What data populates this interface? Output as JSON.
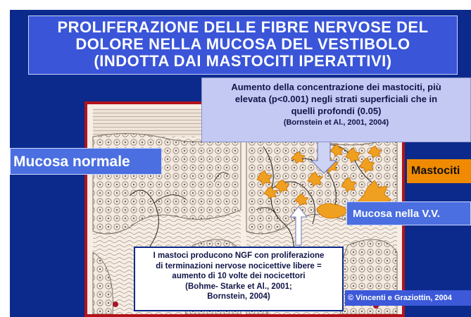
{
  "title": {
    "line1": "PROLIFERAZIONE DELLE FIBRE NERVOSE DEL",
    "line2": "DOLORE NELLA MUCOSA DEL VESTIBOLO",
    "line3": "(INDOTTA DAI MASTOCITI IPERATTIVI)"
  },
  "callout_top": {
    "line1": "Aumento della concentrazione dei mastociti, più",
    "line2": "elevata (p<0.001) negli strati superficiali che in",
    "line3": "quelli profondi (0.05)",
    "citation": "(Bornstein et Al., 2001, 2004)"
  },
  "labels": {
    "mucosa_normale": "Mucosa normale",
    "mastociti": "Mastociti",
    "mucosa_vv": "Mucosa nella V.V."
  },
  "callout_bottom": {
    "line1": "I mastoci producono NGF con proliferazione",
    "line2": "di terminazioni nervose nocicettive libere =",
    "line3": "aumento di 10 volte dei nocicettori",
    "line4": "(Bohme- Starke et Al., 2001;",
    "line5": "Bornstein, 2004)"
  },
  "credit": "© Vincenti e Graziottin, 2004",
  "colors": {
    "slide_background": "#0b2a8c",
    "title_box": "#3a55d8",
    "label_blue": "#4b6fe0",
    "label_orange": "#f08a00",
    "figure_border": "#b3121b",
    "mast_cell": "#f0a020",
    "callout_top_bg": "#c3c9f3"
  }
}
